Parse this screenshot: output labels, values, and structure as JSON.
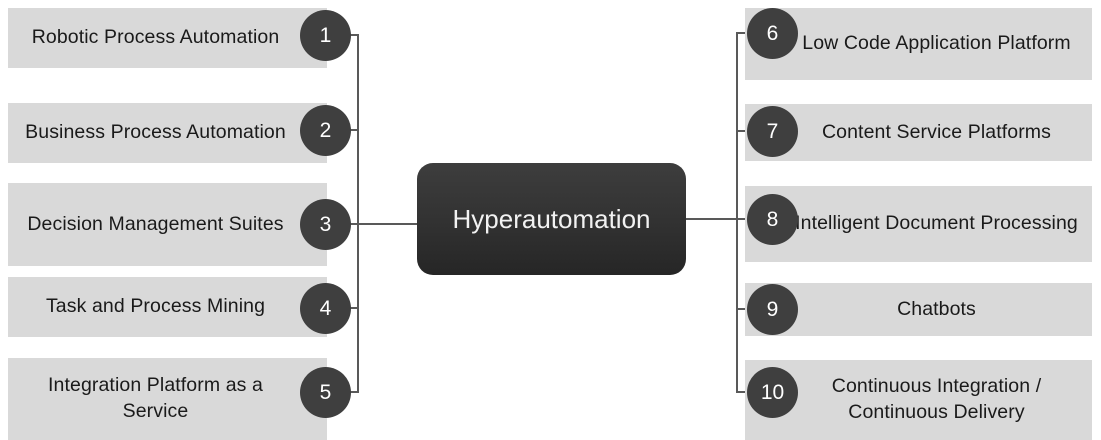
{
  "diagram": {
    "title": "Hyperautomation",
    "center": {
      "label": "Hyperautomation",
      "fill": "#333333",
      "text_color": "#f2f2f2"
    },
    "style": {
      "box_fill": "#d9d9d9",
      "circle_fill": "#3f3f3f",
      "circle_text": "#ffffff",
      "connector_color": "#595959",
      "background": "#ffffff"
    },
    "left_branch": [
      {
        "number": "1",
        "label": "Robotic Process Automation"
      },
      {
        "number": "2",
        "label": "Business Process Automation"
      },
      {
        "number": "3",
        "label": "Decision Management Suites"
      },
      {
        "number": "4",
        "label": "Task and Process Mining"
      },
      {
        "number": "5",
        "label": "Integration Platform as a Service"
      }
    ],
    "right_branch": [
      {
        "number": "6",
        "label": "Low Code Application Platform"
      },
      {
        "number": "7",
        "label": "Content Service Platforms"
      },
      {
        "number": "8",
        "label": "Intelligent Document Processing"
      },
      {
        "number": "9",
        "label": "Chatbots"
      },
      {
        "number": "10",
        "label": "Continuous Integration  / Continuous Delivery"
      }
    ]
  }
}
